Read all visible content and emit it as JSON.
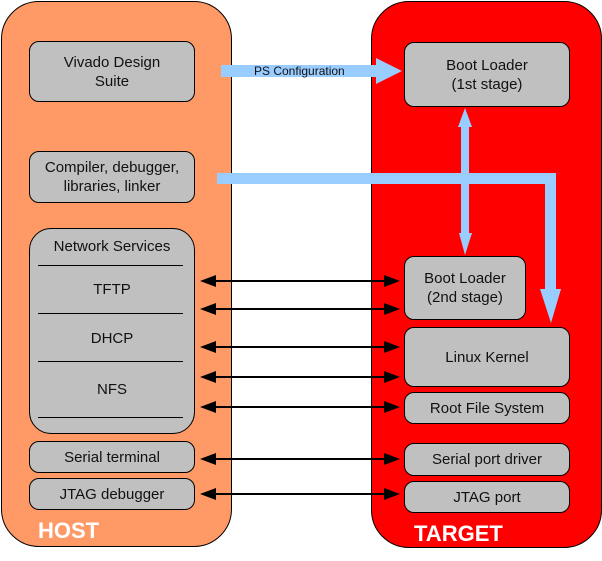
{
  "host": {
    "label": "HOST",
    "color": "#ff9966",
    "boxes": {
      "vivado": "Vivado Design\nSuite",
      "compiler": "Compiler, debugger,\nlibraries, linker",
      "network_services": {
        "title": "Network Services",
        "items": [
          "TFTP",
          "DHCP",
          "NFS"
        ]
      },
      "serial_terminal": "Serial terminal",
      "jtag_debugger": "JTAG debugger"
    }
  },
  "target": {
    "label": "TARGET",
    "color": "#ff0000",
    "boxes": {
      "boot_loader_1": "Boot Loader\n(1st stage)",
      "boot_loader_2": "Boot Loader\n(2nd stage)",
      "linux_kernel": "Linux Kernel",
      "root_fs": "Root File System",
      "serial_port_driver": "Serial port driver",
      "jtag_port": "JTAG port"
    }
  },
  "arrows": {
    "ps_configuration": "PS Configuration",
    "color": "#99ccff"
  }
}
